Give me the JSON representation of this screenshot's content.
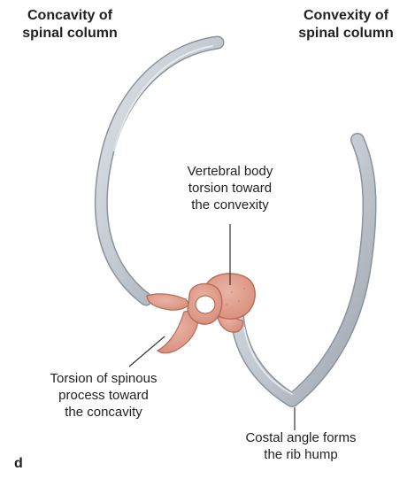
{
  "labels": {
    "concavity": [
      "Concavity of",
      "spinal column"
    ],
    "convexity": [
      "Convexity of",
      "spinal column"
    ],
    "vertebral_body": [
      "Vertebral body",
      "torsion toward",
      "the convexity"
    ],
    "spinous_process": [
      "Torsion of spinous",
      "process toward",
      "the concavity"
    ],
    "costal_angle": [
      "Costal angle forms",
      "the rib hump"
    ],
    "panel_letter": "d"
  },
  "colors": {
    "rib_fill": "#c3c9d1",
    "rib_edge": "#8a929c",
    "vertebra_fill": "#e29f8e",
    "vertebra_edge": "#b86a57",
    "leader_line": "#333333"
  }
}
